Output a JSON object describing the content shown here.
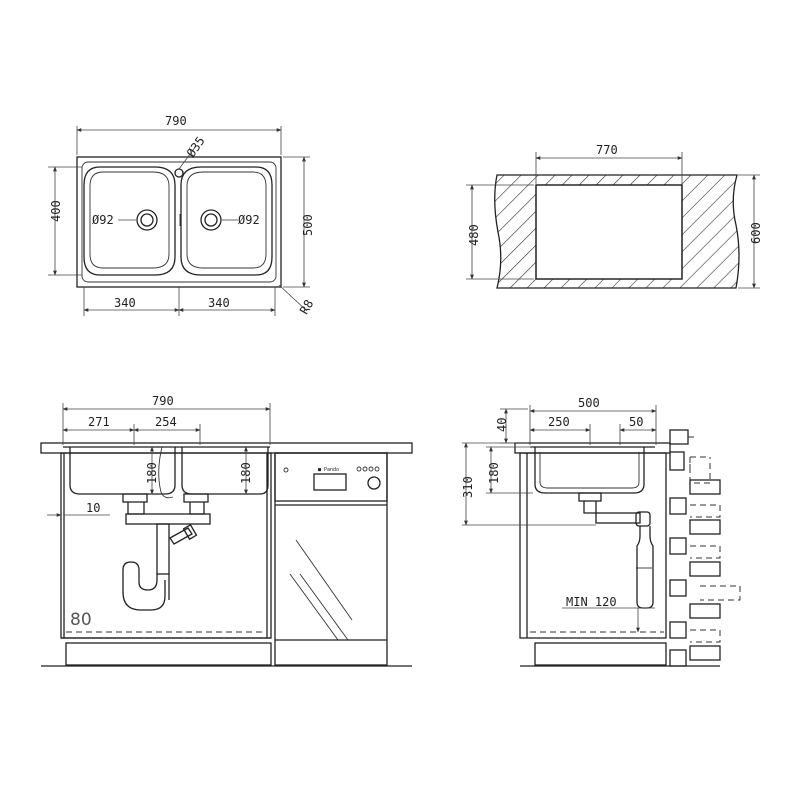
{
  "top_view": {
    "width": "790",
    "depth": "500",
    "bowl_depth": "400",
    "bowl_width_left": "340",
    "bowl_width_right": "340",
    "tap_hole": "Ø35",
    "drain_left": "Ø92",
    "drain_right": "Ø92",
    "corner_radius": "R8"
  },
  "cutout_view": {
    "width": "770",
    "depth": "480",
    "cabinet_depth": "600"
  },
  "front_view": {
    "width": "790",
    "left_offset": "271",
    "bowl_gap": "254",
    "bowl_height_left": "180",
    "bowl_height_right": "180",
    "side_gap": "10",
    "cabinet_size": "80"
  },
  "side_view": {
    "depth": "500",
    "drain_offset": "250",
    "back_offset": "50",
    "rim_height": "40",
    "bowl_height": "180",
    "total_height": "310",
    "min_clearance": "MIN 120"
  }
}
